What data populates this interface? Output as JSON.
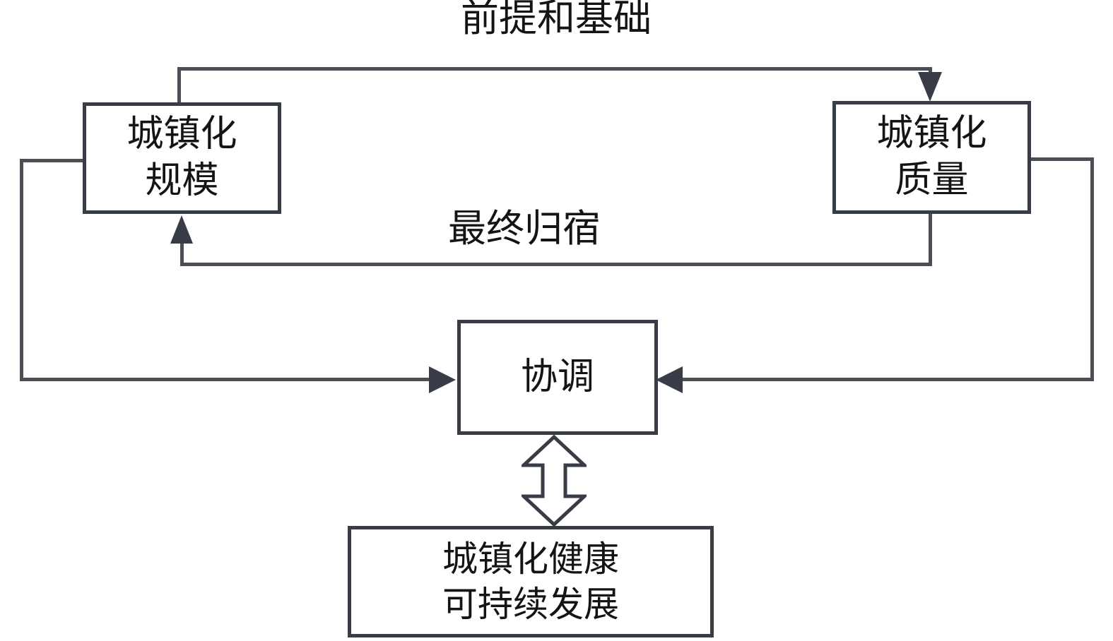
{
  "diagram": {
    "title_top": "前提和基础",
    "label_middle": "最终归宿",
    "boxes": {
      "scale": {
        "line1": "城镇化",
        "line2": "规模"
      },
      "quality": {
        "line1": "城镇化",
        "line2": "质量"
      },
      "coordination": {
        "label": "协调"
      },
      "development": {
        "line1": "城镇化健康",
        "line2": "可持续发展"
      }
    },
    "colors": {
      "line": "#4b4e55",
      "border": "#373c47",
      "text": "#141414",
      "background": "#ffffff"
    }
  }
}
